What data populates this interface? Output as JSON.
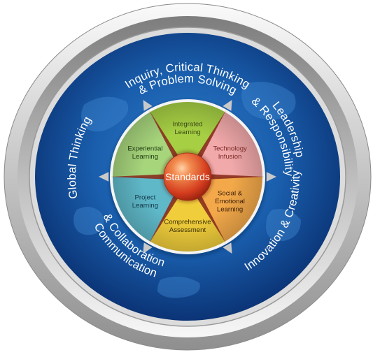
{
  "outer_ring": [
    {
      "id": "inquiry",
      "lines": [
        "Inquiry, Critical Thinking",
        "& Problem Solving"
      ]
    },
    {
      "id": "leadership",
      "lines": [
        "Leadership",
        "& Responsibility"
      ]
    },
    {
      "id": "innovation",
      "lines": [
        "Innovation & Creativity"
      ]
    },
    {
      "id": "communication",
      "lines": [
        "Communication",
        "& Collaboration"
      ]
    },
    {
      "id": "global",
      "lines": [
        "Global Thinking"
      ]
    }
  ],
  "segments": [
    {
      "id": "integrated",
      "lines": [
        "Integrated",
        "Learning"
      ],
      "color": "#a6cf44",
      "text_color": "#3a4a14"
    },
    {
      "id": "technology",
      "lines": [
        "Technology",
        "Infusion"
      ],
      "color": "#f2a9aa",
      "text_color": "#7a2a24"
    },
    {
      "id": "social",
      "lines": [
        "Social &",
        "Emotional",
        "Learning"
      ],
      "color": "#f3a94a",
      "text_color": "#3d1d08"
    },
    {
      "id": "assessment",
      "lines": [
        "Comprehensive",
        "Assessment"
      ],
      "color": "#f0cd3b",
      "text_color": "#3a2f06"
    },
    {
      "id": "project",
      "lines": [
        "Project",
        "Learning"
      ],
      "color": "#5fb8c8",
      "text_color": "#13384a"
    },
    {
      "id": "experiential",
      "lines": [
        "Experiential",
        "Learning"
      ],
      "color": "#a7d57c",
      "text_color": "#1f3b10"
    }
  ],
  "center": {
    "label": "Standards"
  },
  "colors": {
    "rim_light": "#f3f3f3",
    "rim_dark": "#9c9c9c",
    "inner_blue": "#1a63b0",
    "deep_blue": "#0a2f6b",
    "spike": "#8a2d1e",
    "sphere": "#e14f2a"
  }
}
